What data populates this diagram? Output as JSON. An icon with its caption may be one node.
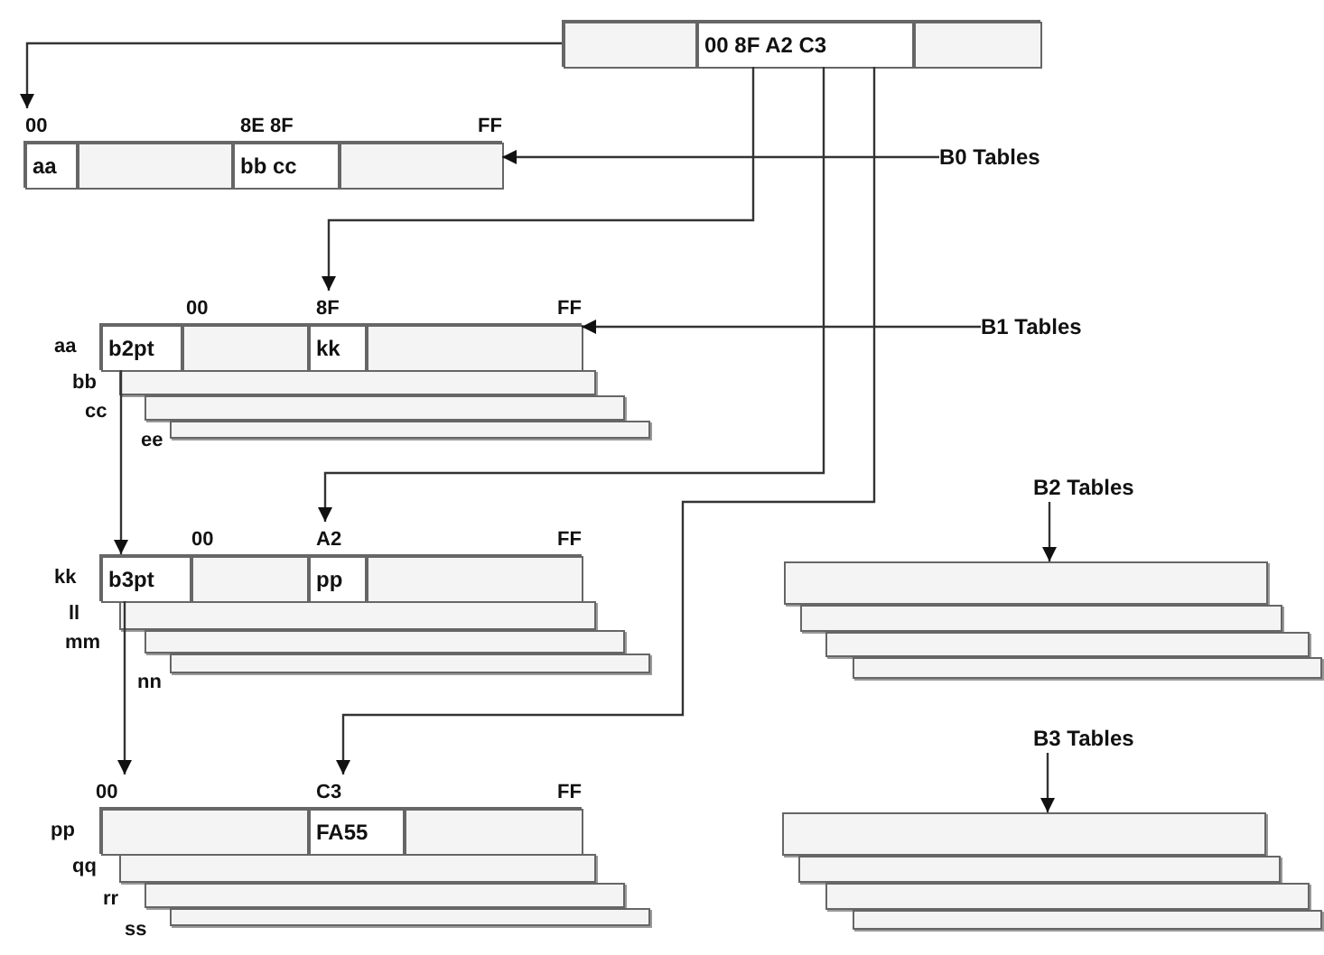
{
  "diagram": {
    "nodes": [
      {
        "text": [],
        "shape": "bar"
      },
      {
        "text": [],
        "shape": "box",
        "in": 0
      },
      {
        "text": [
          "00 8F A2 C3"
        ],
        "in": 0
      },
      {
        "text": [],
        "shape": "box",
        "in": 0
      },
      {
        "text": [],
        "shape": "bar"
      },
      {
        "text": [
          "00",
          "aa"
        ],
        "in": 4
      },
      {
        "text": [],
        "shape": "box",
        "in": 4
      },
      {
        "text": [
          "8E 8F",
          "bb cc"
        ],
        "in": 4
      },
      {
        "text": [
          "FF"
        ],
        "in": 4
      },
      {
        "text": [
          "B0 Tables"
        ]
      },
      {
        "text": [],
        "shape": "bar"
      },
      {
        "text": [
          "b2pt"
        ],
        "in": 10
      },
      {
        "text": [
          "00"
        ],
        "in": 10
      },
      {
        "text": [
          "8F",
          "kk"
        ],
        "in": 10
      },
      {
        "text": [
          "FF"
        ],
        "in": 10
      },
      {
        "text": [],
        "shape": "bar"
      },
      {
        "text": [],
        "shape": "bar"
      },
      {
        "text": [],
        "shape": "bar"
      },
      {
        "text": [
          "B1 Tables"
        ]
      },
      {
        "text": [],
        "shape": "bar"
      },
      {
        "text": [
          "b3pt"
        ],
        "in": 19
      },
      {
        "text": [
          "00"
        ],
        "in": 19
      },
      {
        "text": [
          "A2",
          "pp"
        ],
        "in": 19
      },
      {
        "text": [
          "FF"
        ],
        "in": 19
      },
      {
        "text": [],
        "shape": "bar"
      },
      {
        "text": [],
        "shape": "bar"
      },
      {
        "text": [],
        "shape": "bar"
      },
      {
        "text": [],
        "shape": "bar"
      },
      {
        "text": [
          "00"
        ],
        "in": 27
      },
      {
        "text": [
          "C3",
          "FA55"
        ],
        "in": 27
      },
      {
        "text": [
          "FF"
        ],
        "in": 27
      },
      {
        "text": [],
        "shape": "bar"
      },
      {
        "text": [],
        "shape": "bar"
      },
      {
        "text": [],
        "shape": "bar"
      },
      {
        "text": [
          "B2 Tables"
        ]
      },
      {
        "text": [],
        "shape": "bar"
      },
      {
        "text": [],
        "shape": "bar"
      },
      {
        "text": [],
        "shape": "bar"
      },
      {
        "text": [],
        "shape": "bar"
      },
      {
        "text": [
          "B3 Tables"
        ]
      },
      {
        "text": [],
        "shape": "bar"
      },
      {
        "text": [],
        "shape": "bar"
      },
      {
        "text": [],
        "shape": "bar"
      },
      {
        "text": [],
        "shape": "bar"
      }
    ],
    "edges": [
      {
        "from": 0,
        "to": 5,
        "arrow": "to"
      },
      {
        "from": 9,
        "to": 4,
        "arrow": "to"
      },
      {
        "from": 2,
        "to": 13,
        "arrow": "to"
      },
      {
        "from": 18,
        "to": 10,
        "arrow": "to"
      },
      {
        "from": 2,
        "to": 22,
        "arrow": "to"
      },
      {
        "from": 2,
        "to": 29,
        "arrow": "to"
      },
      {
        "from": 11,
        "to": 20,
        "arrow": "to"
      },
      {
        "from": 20,
        "to": 28,
        "arrow": "to"
      },
      {
        "from": 34,
        "to": 35,
        "arrow": "to"
      },
      {
        "from": 39,
        "to": 40,
        "arrow": "to"
      }
    ],
    "labels": [
      "aa",
      "bb",
      "cc",
      "ee",
      "kk",
      "ll",
      "mm",
      "nn",
      "pp",
      "qq",
      "rr",
      "ss"
    ]
  }
}
